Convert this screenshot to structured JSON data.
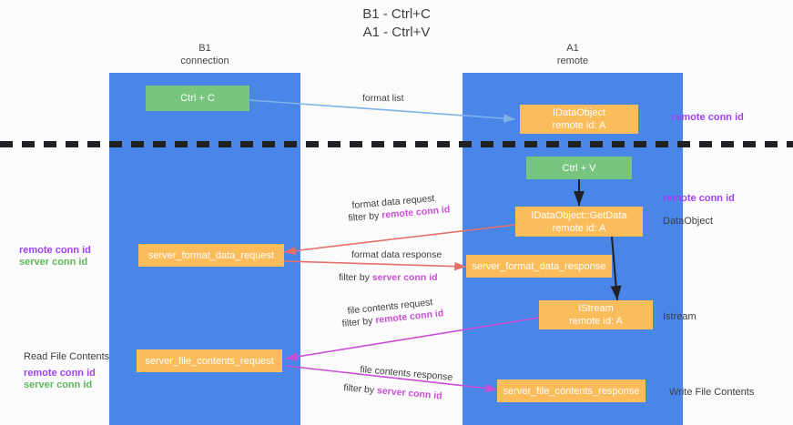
{
  "title": {
    "line1": "B1 - Ctrl+C",
    "line2": "A1 - Ctrl+V"
  },
  "lanes": [
    {
      "id": "b1",
      "name": "B1",
      "sub": "connection"
    },
    {
      "id": "a1",
      "name": "A1",
      "sub": "remote"
    }
  ],
  "boxes": {
    "ctrl_c": {
      "label": "Ctrl + C",
      "color": "#78c57f"
    },
    "idataobject": {
      "line1": "IDataObject",
      "line2": "remote id: A",
      "color": "#fbbc5c"
    },
    "ctrl_v": {
      "label": "Ctrl + V",
      "color": "#78c57f"
    },
    "getdata": {
      "line1": "IDataObject::GetData",
      "line2": "remote id: A",
      "color": "#fbbc5c"
    },
    "server_format_data_request": {
      "label": "server_format_data_request",
      "color": "#fbbc5c"
    },
    "server_format_data_response": {
      "label": "server_format_data_response",
      "color": "#fbbc5c"
    },
    "istream": {
      "line1": "IStream",
      "line2": "remote id: A",
      "color": "#fbbc5c"
    },
    "server_file_contents_request": {
      "label": "server_file_contents_request",
      "color": "#fbbc5c"
    },
    "server_file_contents_response": {
      "label": "server_file_contents_response",
      "color": "#fbbc5c"
    }
  },
  "flow_labels": {
    "format_list": "format list",
    "format_data_request": "format data request",
    "format_data_request_filter_prefix": "filter by ",
    "format_data_request_filter_key": "remote conn id",
    "format_data_response": "format data response",
    "format_data_response_filter_prefix": "filter by ",
    "format_data_response_filter_key": "server conn id",
    "file_contents_request": "file contents request",
    "file_contents_request_filter_prefix": "filter by ",
    "file_contents_request_filter_key": "remote conn id",
    "file_contents_response": "file contents response",
    "file_contents_response_filter_prefix": "filter by ",
    "file_contents_response_filter_key": "server conn id"
  },
  "annotations": {
    "right_remote_conn_id_top": "remote conn id",
    "right_remote_conn_id_mid": "remote conn id",
    "right_dataobject": "DataObject",
    "right_istream": "Istream",
    "right_write_file_contents": "Write File Contents",
    "left_remote_conn_id_mid": "remote conn id",
    "left_server_conn_id_mid": "server conn id",
    "left_read_file_contents": "Read File Contents",
    "left_remote_conn_id_bottom": "remote conn id",
    "left_server_conn_id_bottom": "server conn id"
  },
  "colors": {
    "lane": "#4a86e8",
    "green_box": "#78c57f",
    "orange_box": "#fbbc5c",
    "purple": "#a142f4",
    "magenta": "#c94fd6",
    "green_text": "#5cb85c",
    "blue_arrow": "#7fb3e8",
    "red_arrow": "#e8706a",
    "black_arrow": "#202124",
    "dashes": "#202124"
  }
}
